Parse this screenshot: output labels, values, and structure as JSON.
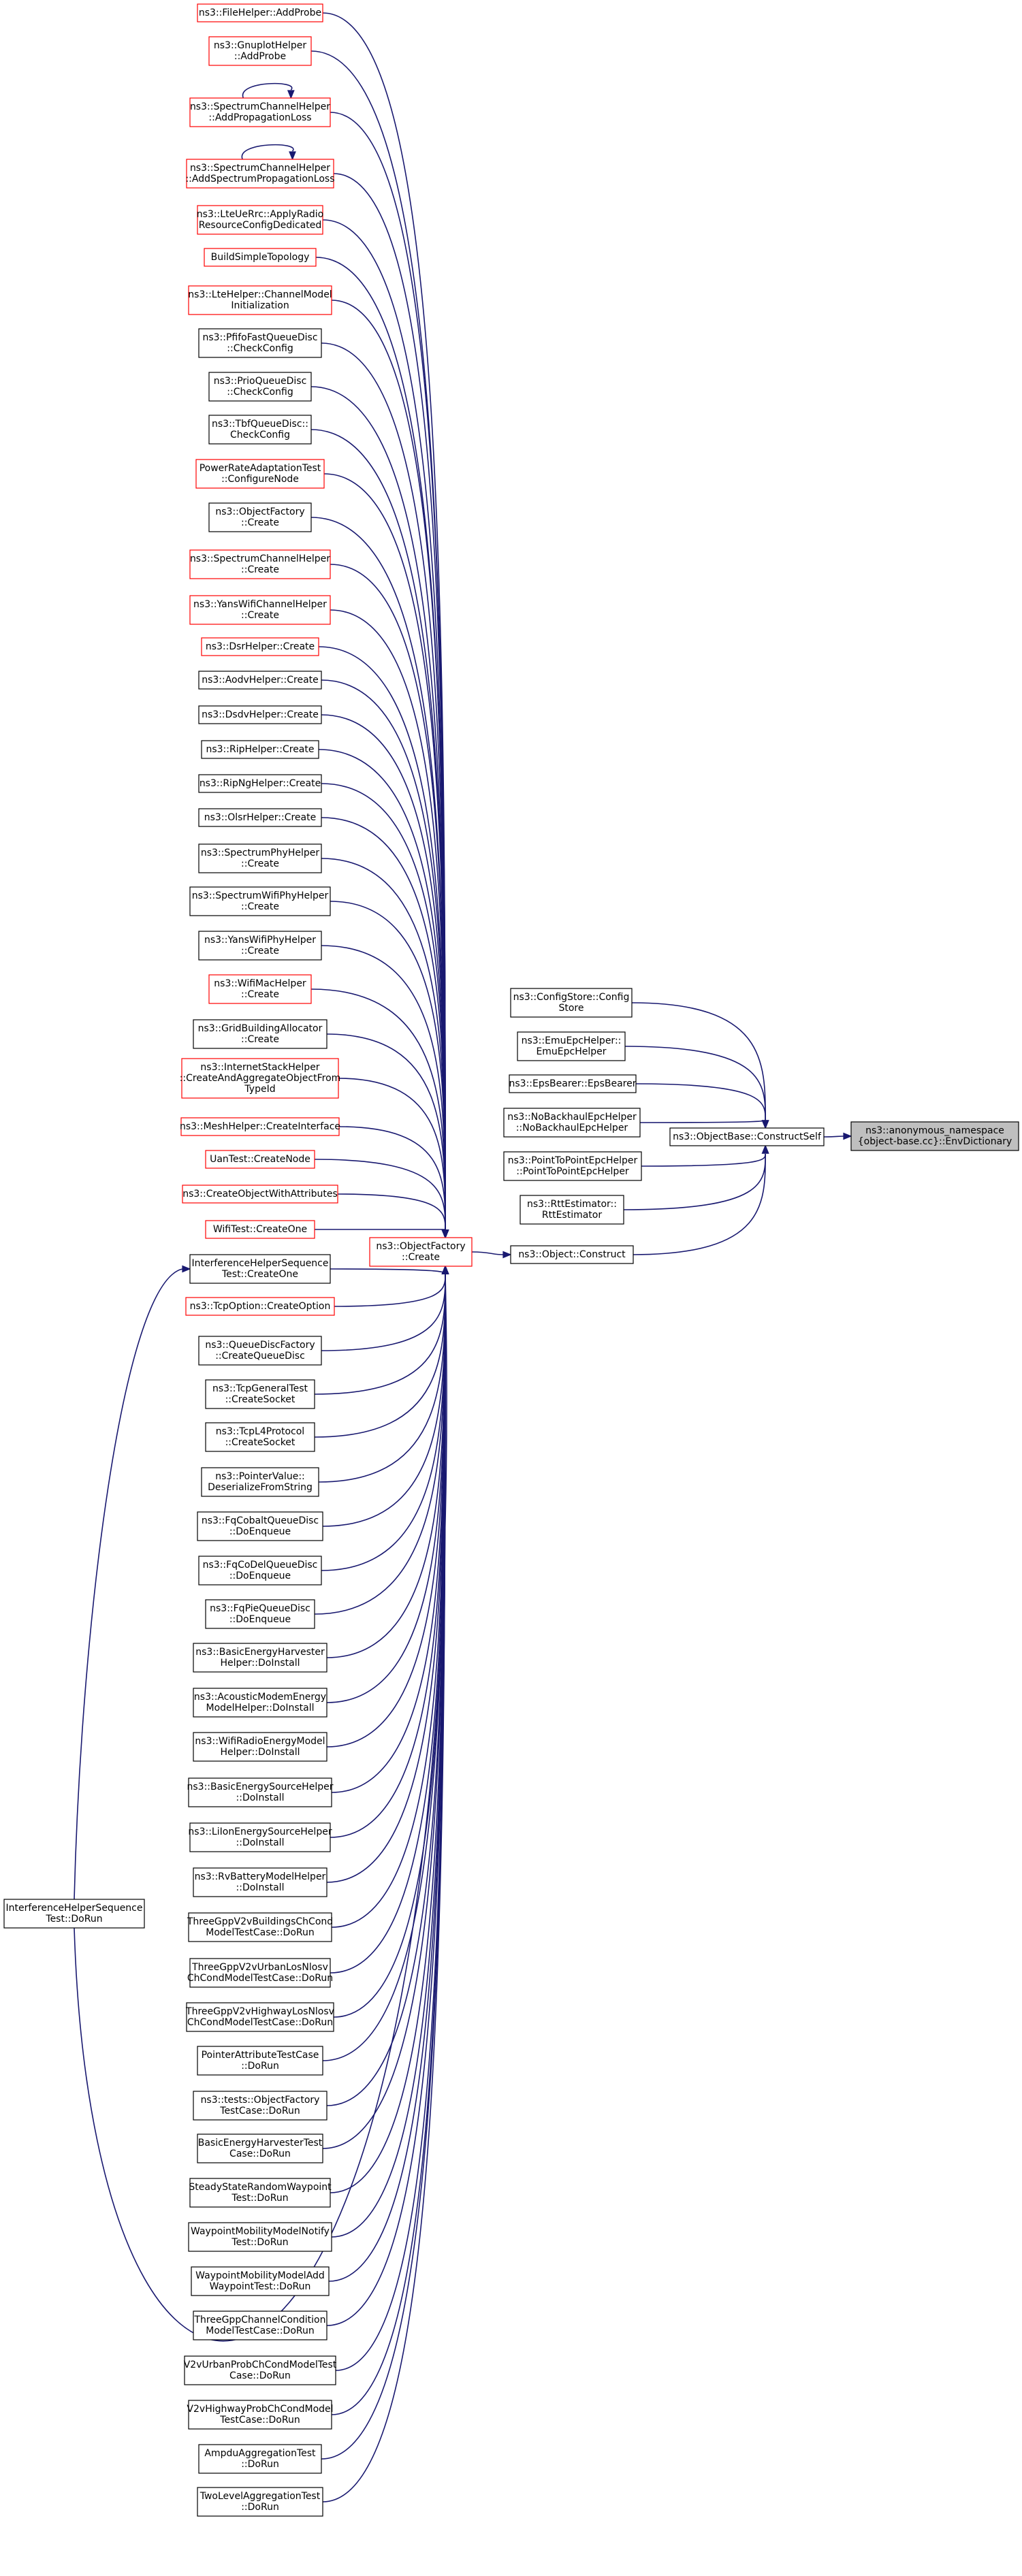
{
  "colors": {
    "edge": "#191970",
    "border_truncated": "#ff0000",
    "border_normal": "#000000",
    "focus_fill": "#bfbfbf",
    "background": "#ffffff"
  },
  "nodes": [
    {
      "id": "n0",
      "lines": [
        "ns3::FileHelper::AddProbe"
      ],
      "border": "red"
    },
    {
      "id": "n1",
      "lines": [
        "ns3::GnuplotHelper",
        "::AddProbe"
      ],
      "border": "red"
    },
    {
      "id": "n2",
      "lines": [
        "ns3::SpectrumChannelHelper",
        "::AddPropagationLoss"
      ],
      "border": "red"
    },
    {
      "id": "n3",
      "lines": [
        "ns3::SpectrumChannelHelper",
        "::AddSpectrumPropagationLoss"
      ],
      "border": "red"
    },
    {
      "id": "n4",
      "lines": [
        "ns3::LteUeRrc::ApplyRadio",
        "ResourceConfigDedicated"
      ],
      "border": "red"
    },
    {
      "id": "n5",
      "lines": [
        "BuildSimpleTopology"
      ],
      "border": "red"
    },
    {
      "id": "n6",
      "lines": [
        "ns3::LteHelper::ChannelModel",
        "Initialization"
      ],
      "border": "red"
    },
    {
      "id": "n7",
      "lines": [
        "ns3::PfifoFastQueueDisc",
        "::CheckConfig"
      ],
      "border": "black"
    },
    {
      "id": "n8",
      "lines": [
        "ns3::PrioQueueDisc",
        "::CheckConfig"
      ],
      "border": "black"
    },
    {
      "id": "n9",
      "lines": [
        "ns3::TbfQueueDisc::",
        "CheckConfig"
      ],
      "border": "black"
    },
    {
      "id": "n10",
      "lines": [
        "PowerRateAdaptationTest",
        "::ConfigureNode"
      ],
      "border": "red"
    },
    {
      "id": "n11",
      "lines": [
        "ns3::ObjectFactory",
        "::Create"
      ],
      "border": "black"
    },
    {
      "id": "n12",
      "lines": [
        "ns3::SpectrumChannelHelper",
        "::Create"
      ],
      "border": "red"
    },
    {
      "id": "n13",
      "lines": [
        "ns3::YansWifiChannelHelper",
        "::Create"
      ],
      "border": "red"
    },
    {
      "id": "n14",
      "lines": [
        "ns3::DsrHelper::Create"
      ],
      "border": "red"
    },
    {
      "id": "n15",
      "lines": [
        "ns3::AodvHelper::Create"
      ],
      "border": "black"
    },
    {
      "id": "n16",
      "lines": [
        "ns3::DsdvHelper::Create"
      ],
      "border": "black"
    },
    {
      "id": "n17",
      "lines": [
        "ns3::RipHelper::Create"
      ],
      "border": "black"
    },
    {
      "id": "n18",
      "lines": [
        "ns3::RipNgHelper::Create"
      ],
      "border": "black"
    },
    {
      "id": "n19",
      "lines": [
        "ns3::OlsrHelper::Create"
      ],
      "border": "black"
    },
    {
      "id": "n20",
      "lines": [
        "ns3::SpectrumPhyHelper",
        "::Create"
      ],
      "border": "black"
    },
    {
      "id": "n21",
      "lines": [
        "ns3::SpectrumWifiPhyHelper",
        "::Create"
      ],
      "border": "black"
    },
    {
      "id": "n22",
      "lines": [
        "ns3::YansWifiPhyHelper",
        "::Create"
      ],
      "border": "black"
    },
    {
      "id": "n23",
      "lines": [
        "ns3::WifiMacHelper",
        "::Create"
      ],
      "border": "red"
    },
    {
      "id": "n24",
      "lines": [
        "ns3::GridBuildingAllocator",
        "::Create"
      ],
      "border": "black"
    },
    {
      "id": "n25",
      "lines": [
        "ns3::InternetStackHelper",
        "::CreateAndAggregateObjectFrom",
        "TypeId"
      ],
      "border": "red"
    },
    {
      "id": "n26",
      "lines": [
        "ns3::MeshHelper::CreateInterface"
      ],
      "border": "red"
    },
    {
      "id": "n27",
      "lines": [
        "UanTest::CreateNode"
      ],
      "border": "red"
    },
    {
      "id": "n28",
      "lines": [
        "ns3::CreateObjectWithAttributes"
      ],
      "border": "red"
    },
    {
      "id": "n29",
      "lines": [
        "WifiTest::CreateOne"
      ],
      "border": "red"
    },
    {
      "id": "n30",
      "lines": [
        "InterferenceHelperSequence",
        "Test::CreateOne"
      ],
      "border": "black"
    },
    {
      "id": "n31",
      "lines": [
        "ns3::TcpOption::CreateOption"
      ],
      "border": "red"
    },
    {
      "id": "n32",
      "lines": [
        "ns3::QueueDiscFactory",
        "::CreateQueueDisc"
      ],
      "border": "black"
    },
    {
      "id": "n33",
      "lines": [
        "ns3::TcpGeneralTest",
        "::CreateSocket"
      ],
      "border": "black"
    },
    {
      "id": "n34",
      "lines": [
        "ns3::TcpL4Protocol",
        "::CreateSocket"
      ],
      "border": "black"
    },
    {
      "id": "n35",
      "lines": [
        "ns3::PointerValue::",
        "DeserializeFromString"
      ],
      "border": "black"
    },
    {
      "id": "n36",
      "lines": [
        "ns3::FqCobaltQueueDisc",
        "::DoEnqueue"
      ],
      "border": "black"
    },
    {
      "id": "n37",
      "lines": [
        "ns3::FqCoDelQueueDisc",
        "::DoEnqueue"
      ],
      "border": "black"
    },
    {
      "id": "n38",
      "lines": [
        "ns3::FqPieQueueDisc",
        "::DoEnqueue"
      ],
      "border": "black"
    },
    {
      "id": "n39",
      "lines": [
        "ns3::BasicEnergyHarvester",
        "Helper::DoInstall"
      ],
      "border": "black"
    },
    {
      "id": "n40",
      "lines": [
        "ns3::AcousticModemEnergy",
        "ModelHelper::DoInstall"
      ],
      "border": "black"
    },
    {
      "id": "n41",
      "lines": [
        "ns3::WifiRadioEnergyModel",
        "Helper::DoInstall"
      ],
      "border": "black"
    },
    {
      "id": "n42",
      "lines": [
        "ns3::BasicEnergySourceHelper",
        "::DoInstall"
      ],
      "border": "black"
    },
    {
      "id": "n43",
      "lines": [
        "ns3::LiIonEnergySourceHelper",
        "::DoInstall"
      ],
      "border": "black"
    },
    {
      "id": "n44",
      "lines": [
        "ns3::RvBatteryModelHelper",
        "::DoInstall"
      ],
      "border": "black"
    },
    {
      "id": "n45",
      "lines": [
        "ThreeGppV2vBuildingsChCond",
        "ModelTestCase::DoRun"
      ],
      "border": "black"
    },
    {
      "id": "n46",
      "lines": [
        "ThreeGppV2vUrbanLosNlosv",
        "ChCondModelTestCase::DoRun"
      ],
      "border": "black"
    },
    {
      "id": "n47",
      "lines": [
        "ThreeGppV2vHighwayLosNlosv",
        "ChCondModelTestCase::DoRun"
      ],
      "border": "black"
    },
    {
      "id": "n48",
      "lines": [
        "PointerAttributeTestCase",
        "::DoRun"
      ],
      "border": "black"
    },
    {
      "id": "n49",
      "lines": [
        "ns3::tests::ObjectFactory",
        "TestCase::DoRun"
      ],
      "border": "black"
    },
    {
      "id": "n50",
      "lines": [
        "BasicEnergyHarvesterTest",
        "Case::DoRun"
      ],
      "border": "black"
    },
    {
      "id": "n51",
      "lines": [
        "SteadyStateRandomWaypoint",
        "Test::DoRun"
      ],
      "border": "black"
    },
    {
      "id": "n52",
      "lines": [
        "WaypointMobilityModelNotify",
        "Test::DoRun"
      ],
      "border": "black"
    },
    {
      "id": "n53",
      "lines": [
        "WaypointMobilityModelAdd",
        "WaypointTest::DoRun"
      ],
      "border": "black"
    },
    {
      "id": "n54",
      "lines": [
        "ThreeGppChannelCondition",
        "ModelTestCase::DoRun"
      ],
      "border": "black"
    },
    {
      "id": "n55",
      "lines": [
        "V2vUrbanProbChCondModelTest",
        "Case::DoRun"
      ],
      "border": "black"
    },
    {
      "id": "n56",
      "lines": [
        "V2vHighwayProbChCondModel",
        "TestCase::DoRun"
      ],
      "border": "black"
    },
    {
      "id": "n57",
      "lines": [
        "AmpduAggregationTest",
        "::DoRun"
      ],
      "border": "black"
    },
    {
      "id": "n58",
      "lines": [
        "TwoLevelAggregationTest",
        "::DoRun"
      ],
      "border": "black"
    },
    {
      "id": "ofc",
      "lines": [
        "ns3::ObjectFactory",
        "::Create"
      ],
      "border": "red"
    },
    {
      "id": "ih",
      "lines": [
        "InterferenceHelperSequence",
        "Test::DoRun"
      ],
      "border": "black"
    },
    {
      "id": "m0",
      "lines": [
        "ns3::ConfigStore::Config",
        "Store"
      ],
      "border": "black"
    },
    {
      "id": "m1",
      "lines": [
        "ns3::EmuEpcHelper::",
        "EmuEpcHelper"
      ],
      "border": "black"
    },
    {
      "id": "m2",
      "lines": [
        "ns3::EpsBearer::EpsBearer"
      ],
      "border": "black"
    },
    {
      "id": "m3",
      "lines": [
        "ns3::NoBackhaulEpcHelper",
        "::NoBackhaulEpcHelper"
      ],
      "border": "black"
    },
    {
      "id": "m4",
      "lines": [
        "ns3::PointToPointEpcHelper",
        "::PointToPointEpcHelper"
      ],
      "border": "black"
    },
    {
      "id": "m5",
      "lines": [
        "ns3::RttEstimator::",
        "RttEstimator"
      ],
      "border": "black"
    },
    {
      "id": "oc",
      "lines": [
        "ns3::Object::Construct"
      ],
      "border": "black"
    },
    {
      "id": "cs",
      "lines": [
        "ns3::ObjectBase::ConstructSelf"
      ],
      "border": "black"
    },
    {
      "id": "ed",
      "lines": [
        "ns3::anonymous_namespace",
        "{object-base.cc}::EnvDictionary"
      ],
      "border": "black",
      "focus": true
    }
  ],
  "edges": [
    {
      "from": "n0",
      "to": "ofc"
    },
    {
      "from": "n1",
      "to": "ofc"
    },
    {
      "from": "n2",
      "to": "ofc"
    },
    {
      "from": "n3",
      "to": "ofc"
    },
    {
      "from": "n4",
      "to": "ofc"
    },
    {
      "from": "n5",
      "to": "ofc"
    },
    {
      "from": "n6",
      "to": "ofc"
    },
    {
      "from": "n7",
      "to": "ofc"
    },
    {
      "from": "n8",
      "to": "ofc"
    },
    {
      "from": "n9",
      "to": "ofc"
    },
    {
      "from": "n10",
      "to": "ofc"
    },
    {
      "from": "n11",
      "to": "ofc"
    },
    {
      "from": "n12",
      "to": "ofc"
    },
    {
      "from": "n13",
      "to": "ofc"
    },
    {
      "from": "n14",
      "to": "ofc"
    },
    {
      "from": "n15",
      "to": "ofc"
    },
    {
      "from": "n16",
      "to": "ofc"
    },
    {
      "from": "n17",
      "to": "ofc"
    },
    {
      "from": "n18",
      "to": "ofc"
    },
    {
      "from": "n19",
      "to": "ofc"
    },
    {
      "from": "n20",
      "to": "ofc"
    },
    {
      "from": "n21",
      "to": "ofc"
    },
    {
      "from": "n22",
      "to": "ofc"
    },
    {
      "from": "n23",
      "to": "ofc"
    },
    {
      "from": "n24",
      "to": "ofc"
    },
    {
      "from": "n25",
      "to": "ofc"
    },
    {
      "from": "n26",
      "to": "ofc"
    },
    {
      "from": "n27",
      "to": "ofc"
    },
    {
      "from": "n28",
      "to": "ofc"
    },
    {
      "from": "n29",
      "to": "ofc"
    },
    {
      "from": "n30",
      "to": "ofc"
    },
    {
      "from": "n31",
      "to": "ofc"
    },
    {
      "from": "n32",
      "to": "ofc"
    },
    {
      "from": "n33",
      "to": "ofc"
    },
    {
      "from": "n34",
      "to": "ofc"
    },
    {
      "from": "n35",
      "to": "ofc"
    },
    {
      "from": "n36",
      "to": "ofc"
    },
    {
      "from": "n37",
      "to": "ofc"
    },
    {
      "from": "n38",
      "to": "ofc"
    },
    {
      "from": "n39",
      "to": "ofc"
    },
    {
      "from": "n40",
      "to": "ofc"
    },
    {
      "from": "n41",
      "to": "ofc"
    },
    {
      "from": "n42",
      "to": "ofc"
    },
    {
      "from": "n43",
      "to": "ofc"
    },
    {
      "from": "n44",
      "to": "ofc"
    },
    {
      "from": "n45",
      "to": "ofc"
    },
    {
      "from": "n46",
      "to": "ofc"
    },
    {
      "from": "n47",
      "to": "ofc"
    },
    {
      "from": "n48",
      "to": "ofc"
    },
    {
      "from": "n49",
      "to": "ofc"
    },
    {
      "from": "n50",
      "to": "ofc"
    },
    {
      "from": "n51",
      "to": "ofc"
    },
    {
      "from": "n52",
      "to": "ofc"
    },
    {
      "from": "n53",
      "to": "ofc"
    },
    {
      "from": "n54",
      "to": "ofc"
    },
    {
      "from": "n55",
      "to": "ofc"
    },
    {
      "from": "n56",
      "to": "ofc"
    },
    {
      "from": "n57",
      "to": "ofc"
    },
    {
      "from": "n58",
      "to": "ofc"
    },
    {
      "from": "ih",
      "to": "n30"
    },
    {
      "from": "ih",
      "to": "ofc"
    },
    {
      "from": "ofc",
      "to": "oc"
    },
    {
      "from": "oc",
      "to": "cs"
    },
    {
      "from": "m0",
      "to": "cs"
    },
    {
      "from": "m1",
      "to": "cs"
    },
    {
      "from": "m2",
      "to": "cs"
    },
    {
      "from": "m3",
      "to": "cs"
    },
    {
      "from": "m4",
      "to": "cs"
    },
    {
      "from": "m5",
      "to": "cs"
    },
    {
      "from": "cs",
      "to": "ed"
    },
    {
      "from": "n2",
      "to": "n2",
      "self": true
    },
    {
      "from": "n3",
      "to": "n3",
      "self": true
    }
  ]
}
